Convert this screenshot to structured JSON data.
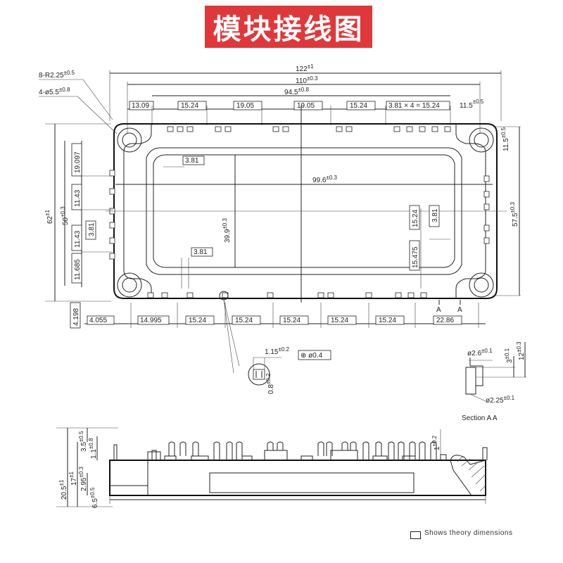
{
  "title": "模块接线图",
  "dims": {
    "overall_width": "122",
    "overall_width_tol": "±1",
    "hole_pitch": "110",
    "hole_pitch_tol": "±0.3",
    "inner_span": "94.5",
    "inner_span_tol": "±0.8",
    "corner_radius": "8-R2.25",
    "corner_radius_tol": "±0.5",
    "mount_holes": "4-ø5.5",
    "mount_holes_tol": "±0.8",
    "top_offset": "13.09",
    "top_p1": "15.24",
    "top_p2": "19.05",
    "top_p3": "19.05",
    "top_p4": "15.24",
    "top_p5": "3.81 × 4 = 15.24",
    "right_edge": "11.5",
    "right_edge_tol": "±0.5",
    "right_v": "11.5",
    "right_v_tol": "±0.5",
    "pin_space_a": "3.81",
    "pin_space_b": "3.81",
    "pin_space_c": "3.81",
    "inner_length": "99.6",
    "inner_length_tol": "±0.3",
    "inner_height": "39.9",
    "inner_height_tol": "±0.3",
    "left_v1": "19.097",
    "left_v2": "11.43",
    "left_v3": "3.81",
    "left_v4": "11.43",
    "left_v5": "11.685",
    "overall_height": "62",
    "overall_height_tol": "±1",
    "hole_v_pitch": "50",
    "hole_v_pitch_tol": "±0.3",
    "right_height": "57.5",
    "right_height_tol": "±0.3",
    "right_p1": "15.24",
    "right_p2": "15.475",
    "bottom_offset_v": "4.198",
    "bottom_offset_h": "4.055",
    "bot_p1": "14.995",
    "bot_p2": "15.24",
    "bot_p3": "15.24",
    "bot_p4": "15.24",
    "bot_p5": "15.24",
    "bot_p6": "15.24",
    "bot_p7": "22.86",
    "section_mark_a": "A",
    "section_mark_b": "A",
    "pin_width": "1.15",
    "pin_width_tol": "±0.2",
    "pin_dia": "ø0.4",
    "pin_depth": "0.8",
    "pin_depth_tol": "±0.2",
    "sec_dia1": "ø2.6",
    "sec_dia1_tol": "±0.1",
    "sec_h1": "3",
    "sec_h1_tol": "±0.1",
    "sec_h2": "12",
    "sec_h2_tol": "±0.3",
    "sec_dia2": "ø2.25",
    "sec_dia2_tol": "±0.1",
    "section_label": "Section A A",
    "side_h1": "3.5",
    "side_h1_tol": "±0.5",
    "side_h2": "1.1",
    "side_h2_tol": "±0.8",
    "side_h3": "20.5",
    "side_h3_tol": "±1",
    "side_h4": "17",
    "side_h4_tol": "±1",
    "side_h5": "2.95",
    "side_h5_tol": "±0.3",
    "side_h6": "6.5",
    "side_h6_tol": "±0.5",
    "side_pin": "1",
    "side_pin_tol": "±0.2"
  },
  "legend": "Shows theory dimensions"
}
